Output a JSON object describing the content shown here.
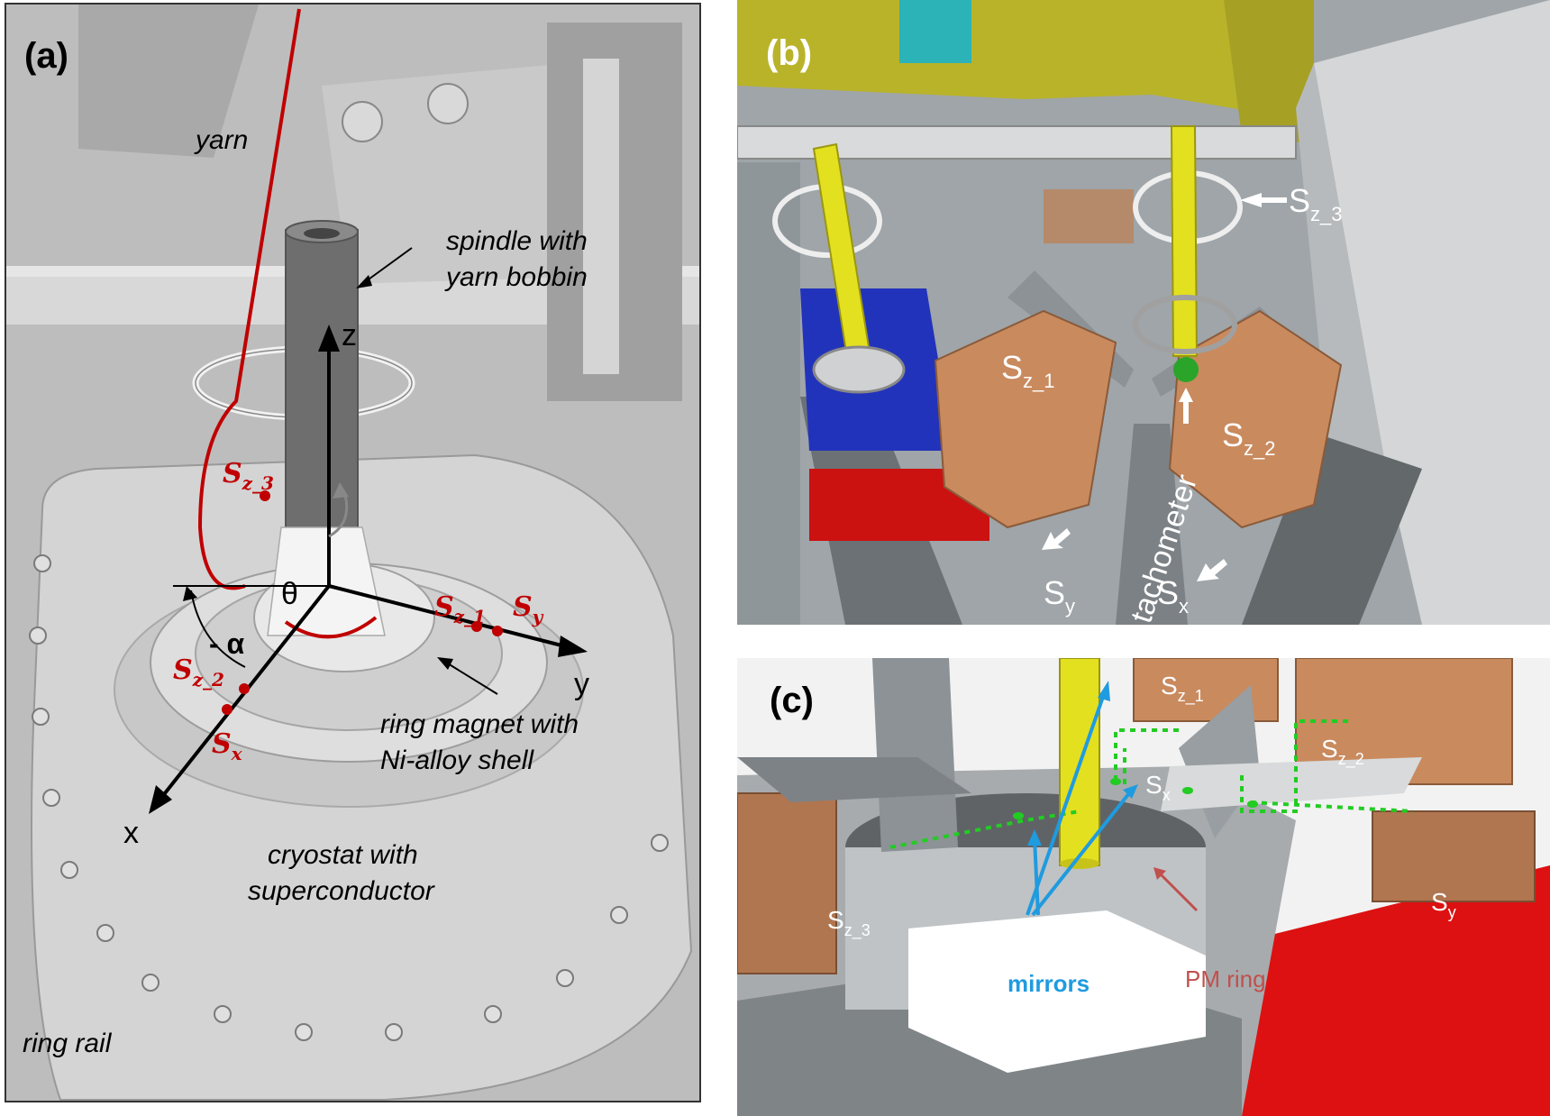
{
  "panels": {
    "a": {
      "tag": "(a)",
      "labels": {
        "yarn": "yarn",
        "spindle_line1": "spindle with",
        "spindle_line2": "yarn bobbin",
        "ring_magnet_line1": "ring magnet with",
        "ring_magnet_line2": "Ni-alloy shell",
        "cryostat_line1": "cryostat with",
        "cryostat_line2": "superconductor",
        "ring_rail": "ring rail",
        "axis_z": "z",
        "axis_y": "y",
        "axis_x": "x",
        "theta": "θ",
        "alpha": "- α"
      },
      "sensors": {
        "sz3": {
          "main": "S",
          "sub": "z_3"
        },
        "sz1": {
          "main": "S",
          "sub": "z_1"
        },
        "sy": {
          "main": "S",
          "sub": "y"
        },
        "sz2": {
          "main": "S",
          "sub": "z_2"
        },
        "sx": {
          "main": "S",
          "sub": "x"
        }
      }
    },
    "b": {
      "tag": "(b)",
      "labels": {
        "sz3": {
          "main": "S",
          "sub": "z_3"
        },
        "sz1": {
          "main": "S",
          "sub": "z_1"
        },
        "sz2": {
          "main": "S",
          "sub": "z_2"
        },
        "sy": {
          "main": "S",
          "sub": "y"
        },
        "sx": {
          "main": "S",
          "sub": "x"
        },
        "tachometer": "tachometer"
      }
    },
    "c": {
      "tag": "(c)",
      "labels": {
        "sz1": {
          "main": "S",
          "sub": "z_1"
        },
        "sz2": {
          "main": "S",
          "sub": "z_2"
        },
        "sz3": {
          "main": "S",
          "sub": "z_3"
        },
        "sx": {
          "main": "S",
          "sub": "x"
        },
        "sy": {
          "main": "S",
          "sub": "y"
        },
        "mirrors": "mirrors",
        "pm_ring": "PM ring"
      }
    }
  },
  "colors": {
    "sensor_red": "#c00000",
    "yarn_red": "#c00000",
    "mirror_blue": "#1f9be0",
    "pm_ring_red": "#c0504d",
    "laser_green": "#22cc22",
    "copper": "#c98a5e",
    "yellow_rod": "#e3e020"
  }
}
